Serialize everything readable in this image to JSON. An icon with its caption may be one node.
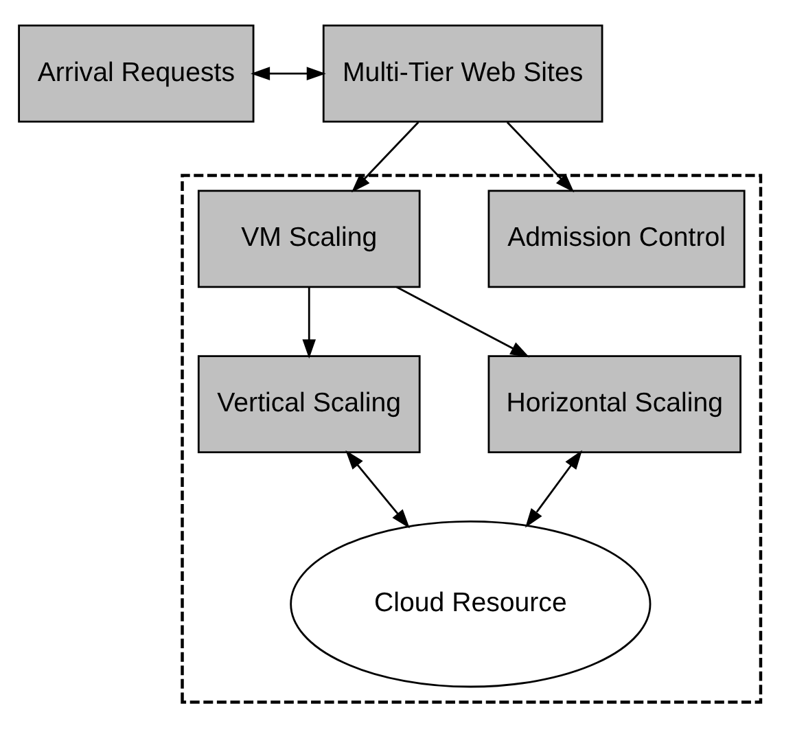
{
  "diagram": {
    "nodes": [
      {
        "text": [
          "Arrival Requests"
        ]
      },
      {
        "text": [
          "Multi-Tier Web Sites"
        ]
      },
      {
        "text": [],
        "shape": "box"
      },
      {
        "text": [
          "Admission Control"
        ],
        "in": 2
      },
      {
        "text": [
          "VM Scaling"
        ],
        "in": 2
      },
      {
        "text": [
          "Vertical Scaling"
        ],
        "in": 2
      },
      {
        "text": [
          "Horizontal Scaling"
        ],
        "in": 2
      },
      {
        "text": [
          "Cloud Resource"
        ],
        "in": 2
      }
    ],
    "edges": [
      {
        "from": 0,
        "to": 1,
        "arrow": "both"
      },
      {
        "from": 1,
        "to": 3,
        "arrow": "to"
      },
      {
        "from": 1,
        "to": 4,
        "arrow": "to"
      },
      {
        "from": 4,
        "to": 5,
        "arrow": "to"
      },
      {
        "from": 4,
        "to": 6,
        "arrow": "to"
      },
      {
        "from": 5,
        "to": 7,
        "arrow": "both"
      },
      {
        "from": 6,
        "to": 7,
        "arrow": "both"
      }
    ]
  }
}
